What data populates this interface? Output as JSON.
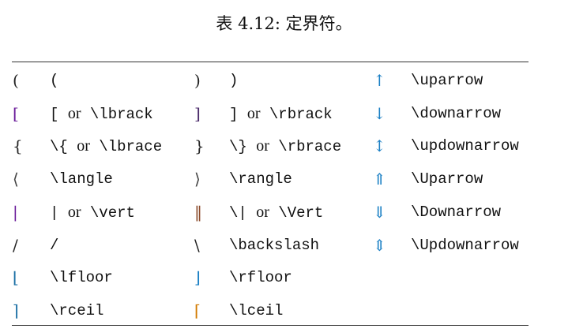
{
  "caption": "表 4.12: 定界符。",
  "colors": {
    "rule": "#333333",
    "arrow": "#1a7fc4",
    "purple": "#6a1b9a",
    "orange": "#d27a00"
  },
  "rows": [
    {
      "s1": "(",
      "c1": "(",
      "s2": ")",
      "c2": ")",
      "s3": "↑",
      "c3": "\\uparrow",
      "k1": "#222",
      "k2": "#222"
    },
    {
      "s1": "[",
      "c1": [
        "[ ",
        "or",
        " \\lbrack"
      ],
      "s2": "]",
      "c2": [
        "] ",
        "or",
        " \\rbrack"
      ],
      "s3": "↓",
      "c3": "\\downarrow",
      "k1": "#6a1b9a",
      "k2": "#4a2a6a"
    },
    {
      "s1": "{",
      "c1": [
        "\\{ ",
        "or",
        " \\lbrace"
      ],
      "s2": "}",
      "c2": [
        "\\} ",
        "or",
        " \\rbrace"
      ],
      "s3": "↕",
      "c3": "\\updownarrow",
      "k1": "#222",
      "k2": "#222"
    },
    {
      "s1": "⟨",
      "c1": "\\langle",
      "s2": "⟩",
      "c2": "\\rangle",
      "s3": "⇑",
      "c3": "\\Uparrow",
      "k1": "#444",
      "k2": "#444"
    },
    {
      "s1": "|",
      "c1": [
        "| ",
        "or",
        " \\vert"
      ],
      "s2": "‖",
      "c2": [
        "\\| ",
        "or",
        " \\Vert"
      ],
      "s3": "⇓",
      "c3": "\\Downarrow",
      "k1": "#6a1b9a",
      "k2": "#8a4a2a"
    },
    {
      "s1": "/",
      "c1": "/",
      "s2": "\\",
      "c2": "\\backslash",
      "s3": "⇕",
      "c3": "\\Updownarrow",
      "k1": "#222",
      "k2": "#222"
    },
    {
      "s1": "⌊",
      "c1": "\\lfloor",
      "s2": "⌋",
      "c2": "\\rfloor",
      "s3": "",
      "c3": "",
      "k1": "#1a6fa4",
      "k2": "#1a7fc4"
    },
    {
      "s1": "⌉",
      "c1": "\\rceil",
      "s2": "⌈",
      "c2": "\\lceil",
      "s3": "",
      "c3": "",
      "k1": "#1a6fa4",
      "k2": "#d27a00"
    }
  ]
}
